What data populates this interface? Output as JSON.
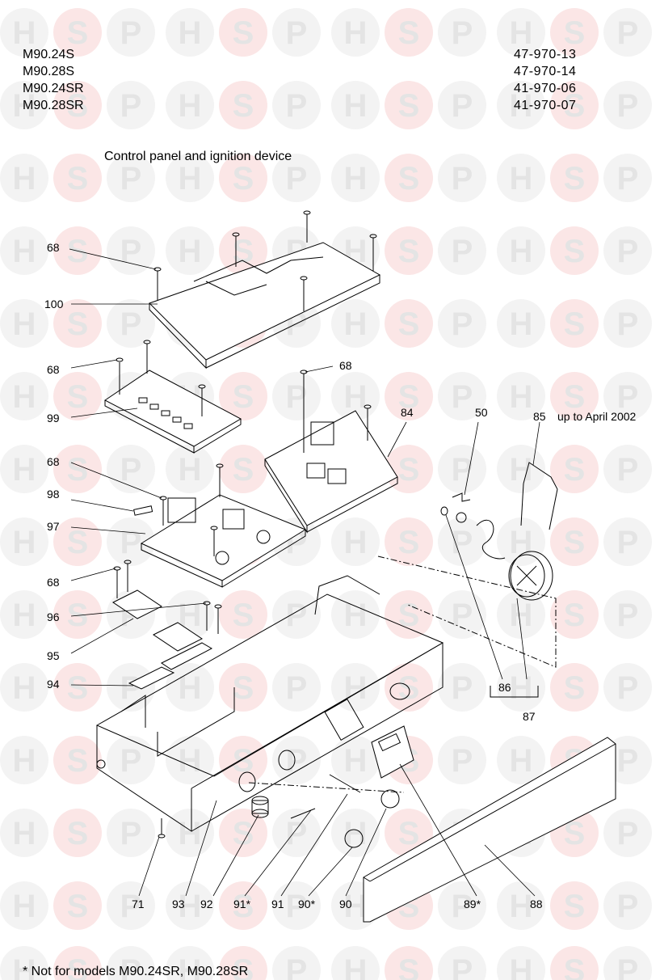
{
  "models": [
    "M90.24S",
    "M90.28S",
    "M90.24SR",
    "M90.28SR"
  ],
  "codes": [
    "47-970-13",
    "47-970-14",
    "41-970-06",
    "41-970-07"
  ],
  "title": "Control panel and ignition device",
  "labels": {
    "p68a": "68",
    "p100": "100",
    "p68b": "68",
    "p68c": "68",
    "p99": "99",
    "p84": "84",
    "p50": "50",
    "p85": "85",
    "p85note": "up to April 2002",
    "p68d": "68",
    "p98": "98",
    "p97": "97",
    "p68e": "68",
    "p96": "96",
    "p95": "95",
    "p94": "94",
    "p86": "86",
    "p87": "87",
    "p71": "71",
    "p93": "93",
    "p92": "92",
    "p91s": "91*",
    "p91": "91",
    "p90s": "90*",
    "p90": "90",
    "p89s": "89*",
    "p88": "88"
  },
  "footnote": "* Not for models M90.24SR, M90.28SR",
  "watermark": {
    "letters": [
      "H",
      "S",
      "P"
    ],
    "circle_color": "#f3f3f3",
    "accent_color": "#fbe6e6",
    "letter_color": "#e4e4e4"
  }
}
